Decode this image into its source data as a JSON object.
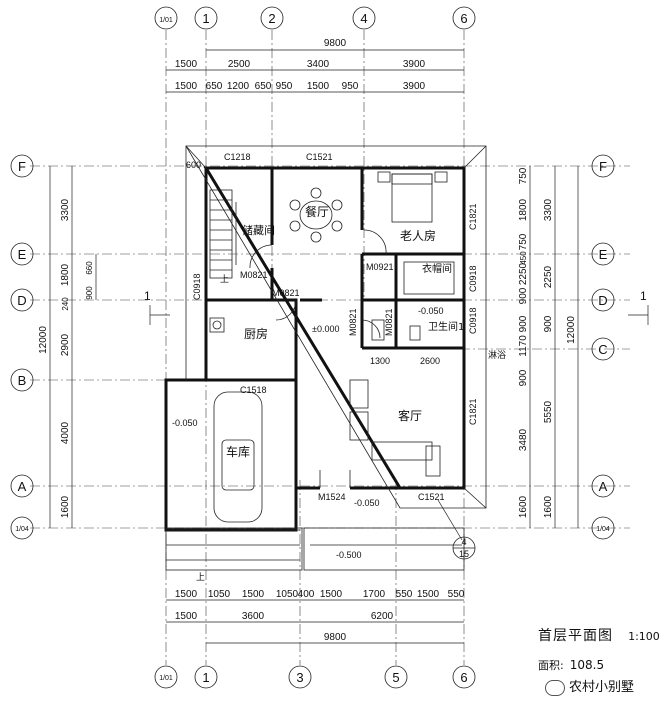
{
  "title": {
    "name": "首层平面图",
    "scale": "1:100",
    "area_label": "面积:",
    "area_value": "108.5"
  },
  "watermark": "农村小别墅",
  "axes_top": [
    "1/01",
    "1",
    "2",
    "4",
    "6"
  ],
  "axes_bottom": [
    "1/01",
    "1",
    "3",
    "5",
    "6"
  ],
  "axes_left": [
    "F",
    "E",
    "D",
    "B",
    "A",
    "1/04"
  ],
  "axes_right": [
    "F",
    "E",
    "D",
    "C",
    "A",
    "1/04"
  ],
  "dims_top": {
    "total": "9800",
    "row2": [
      "1500",
      "2500",
      "3400",
      "3900"
    ],
    "row3": [
      "1500",
      "650",
      "1200",
      "650",
      "950",
      "1500",
      "950",
      "3900"
    ]
  },
  "dims_bottom": {
    "row1": [
      "1500",
      "1050",
      "1500",
      "1050",
      "400",
      "1500",
      "1700",
      "550",
      "1500",
      "550"
    ],
    "row2": [
      "1500",
      "3600",
      "6200"
    ],
    "total": "9800"
  },
  "dims_left": {
    "outer": "12000",
    "mid": [
      "3300",
      "1800",
      "240",
      "2900",
      "4000",
      "1600"
    ],
    "inner": [
      "900",
      "660"
    ]
  },
  "dims_right": {
    "inner": [
      "750",
      "1800",
      "750",
      "450",
      "2250",
      "900",
      "900",
      "1170",
      "900",
      "3480",
      "1600"
    ],
    "mid": [
      "3300",
      "2250",
      "900",
      "5550",
      "1600"
    ],
    "outer": "12000"
  },
  "rooms": {
    "storage": "储藏间",
    "dining": "餐厅",
    "elder_room": "老人房",
    "closet": "衣帽间",
    "bathroom": "卫生间1",
    "kitchen": "厨房",
    "garage": "车库",
    "living": "客厅"
  },
  "labels": {
    "c1218": "C1218",
    "c1521_top": "C1521",
    "c1821_a": "C1821",
    "c1821_b": "C1821",
    "c0918_a": "C0918",
    "c0918_b": "C0918",
    "c0918_c": "C0918",
    "m0821_a": "M0821",
    "m0821_b": "M0821",
    "m0821_c": "M0821",
    "m0821_d": "M0821",
    "m0921": "M0921",
    "c1518": "C1518",
    "m1524": "M1524",
    "c1521_bot": "C1521",
    "dim600": "600",
    "dim1300": "1300",
    "dim2600": "2600",
    "up1": "上",
    "up2": "上",
    "shower": "淋浴",
    "lvl_0": "±0.000",
    "lvl_m050_bath": "-0.050",
    "lvl_m050_garage": "-0.050",
    "lvl_m050_entry": "-0.050",
    "lvl_m500": "-0.500",
    "sec_left": "1",
    "sec_right": "1",
    "detail_num": "4",
    "detail_den": "15"
  }
}
